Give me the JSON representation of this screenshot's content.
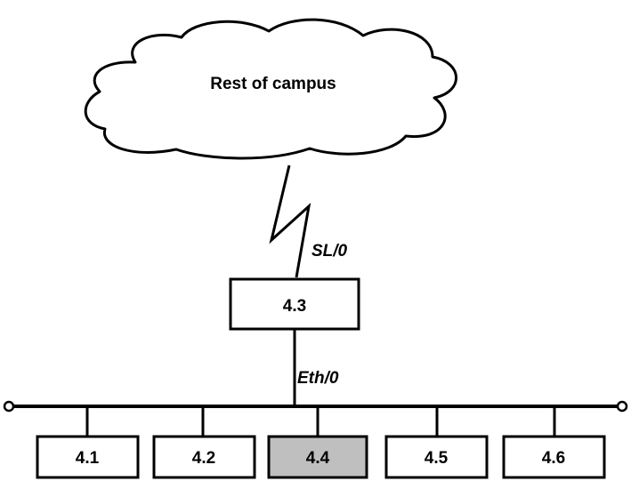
{
  "diagram": {
    "cloud": {
      "label": "Rest of campus"
    },
    "router": {
      "label": "4.3",
      "serial_interface": "SL/0",
      "ethernet_interface": "Eth/0"
    },
    "hosts": [
      {
        "label": "4.1",
        "highlighted": false
      },
      {
        "label": "4.2",
        "highlighted": false
      },
      {
        "label": "4.4",
        "highlighted": true
      },
      {
        "label": "4.5",
        "highlighted": false
      },
      {
        "label": "4.6",
        "highlighted": false
      }
    ],
    "colors": {
      "stroke": "#000000",
      "background": "#ffffff",
      "highlight_fill": "#bfbfbf"
    }
  }
}
